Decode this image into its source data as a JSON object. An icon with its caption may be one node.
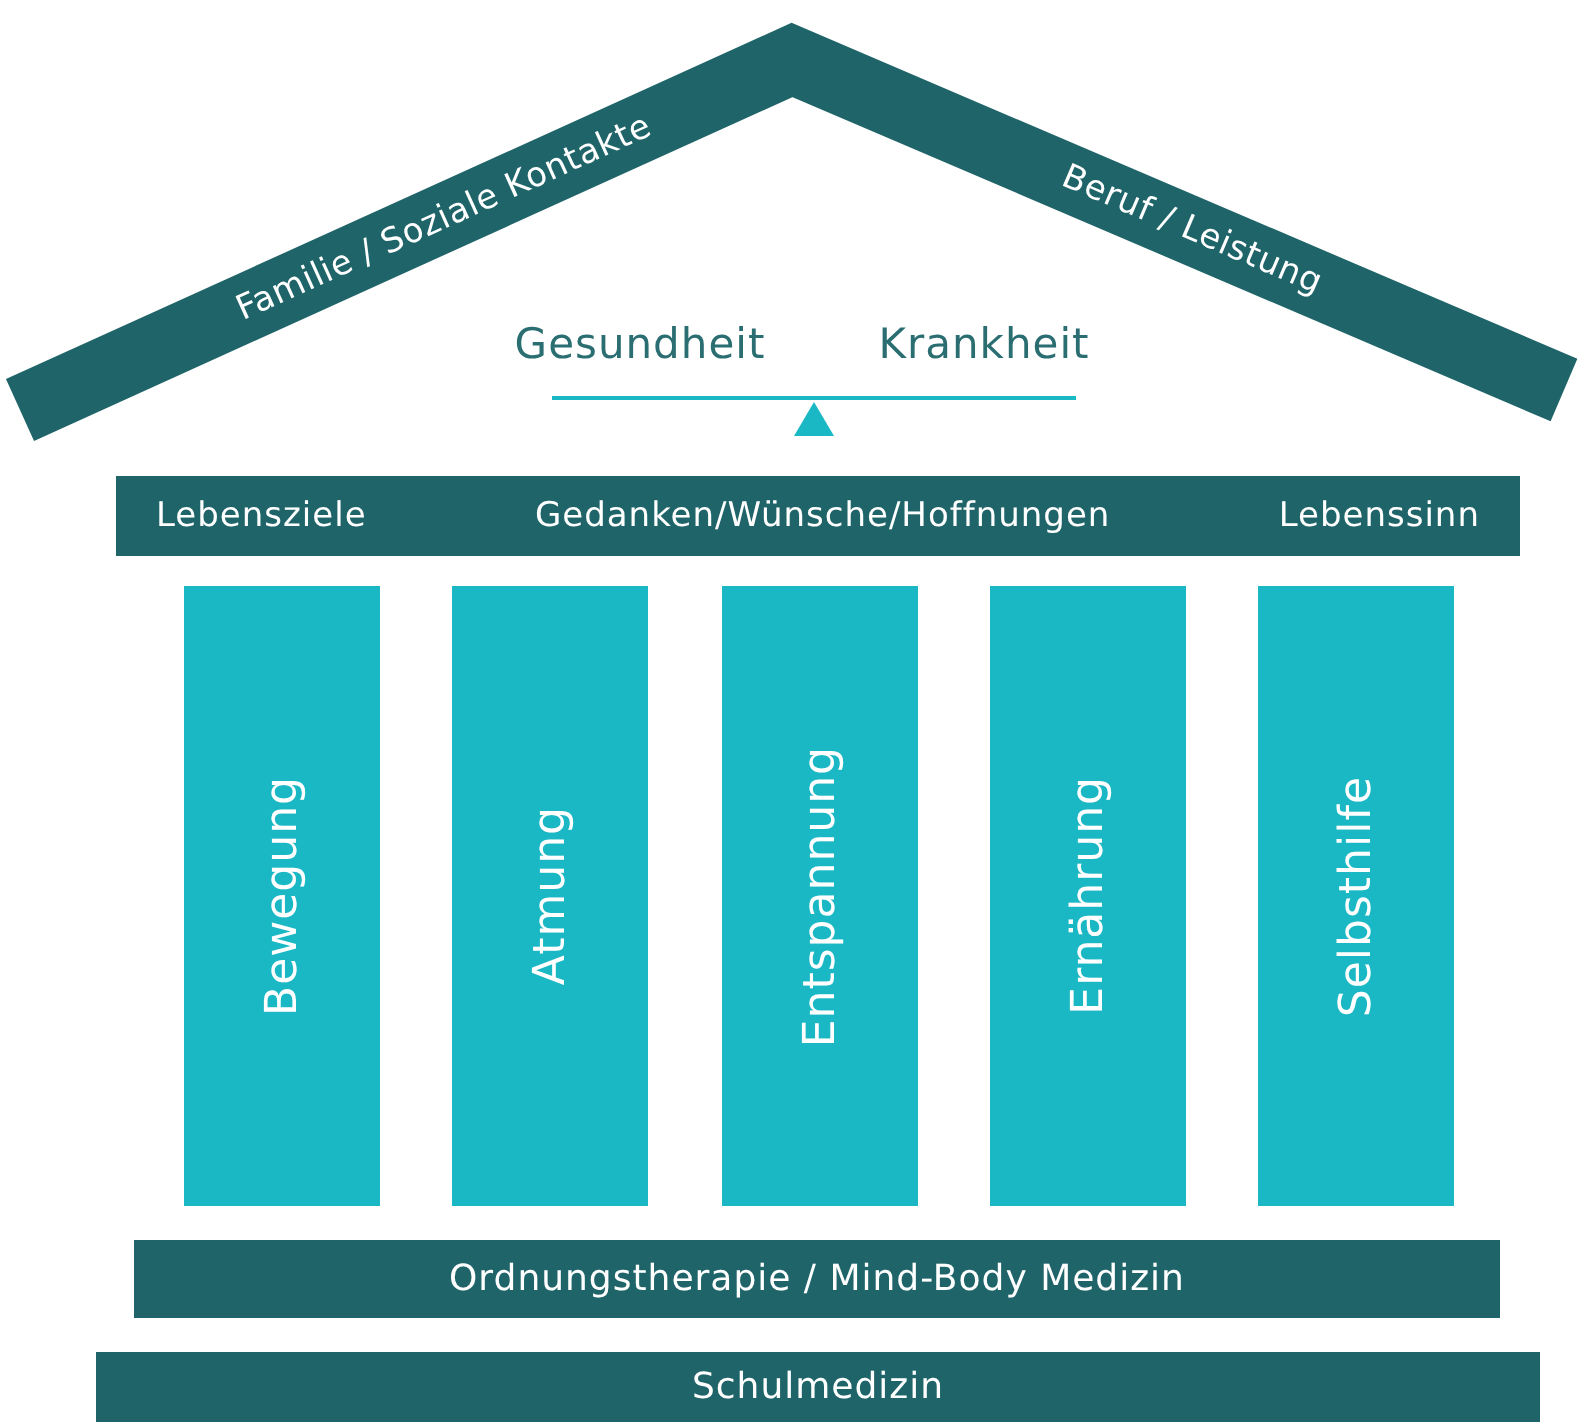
{
  "diagram": {
    "nodes": [
      {
        "text": [
          "Familie / Soziale Kontakte",
          "Beruf / Leistung"
        ]
      },
      {
        "text": [
          "Lebensziele",
          "Gedanken/Wünsche/Hoffnungen",
          "Lebenssinn"
        ]
      },
      {
        "text": [
          "Bewegung"
        ]
      },
      {
        "text": [
          "Atmung"
        ]
      },
      {
        "text": [
          "Entspannung"
        ]
      },
      {
        "text": [
          "Ernährung"
        ]
      },
      {
        "text": [
          "Selbsthilfe"
        ]
      },
      {
        "text": [
          "Ordnungstherapie / Mind-Body Medizin"
        ]
      },
      {
        "text": [
          "Schulmedizin"
        ]
      }
    ],
    "edges": [],
    "labels": [
      "Gesundheit",
      "Krankheit"
    ]
  }
}
